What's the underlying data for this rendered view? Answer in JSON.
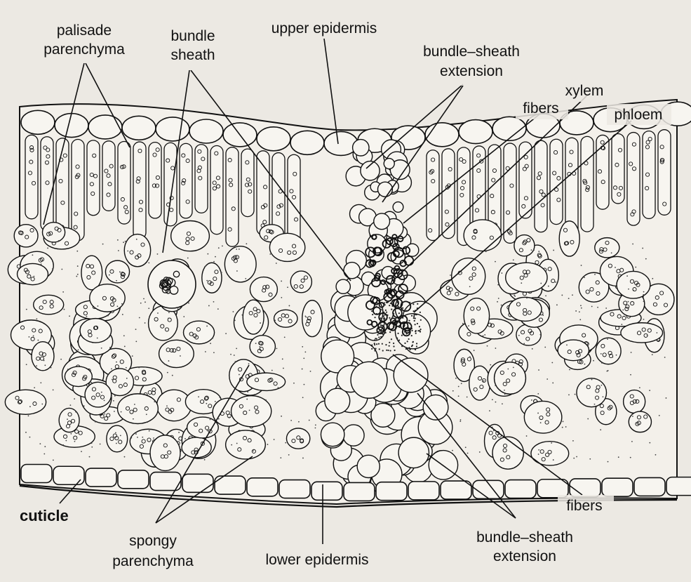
{
  "labels": {
    "palisade_line1": "palisade",
    "palisade_line2": "parenchyma",
    "bundle_sheath_line1": "bundle",
    "bundle_sheath_line2": "sheath",
    "upper_epidermis": "upper epidermis",
    "bse_top_line1": "bundle–sheath",
    "bse_top_line2": "extension",
    "xylem": "xylem",
    "fibers_top": "fibers",
    "phloem": "phloem",
    "cuticle": "cuticle",
    "spongy_line1": "spongy",
    "spongy_line2": "parenchyma",
    "lower_epidermis": "lower epidermis",
    "fibers_bottom": "fibers",
    "bse_bottom_line1": "bundle–sheath",
    "bse_bottom_line2": "extension"
  },
  "colors": {
    "paper": "#ece9e3",
    "ink": "#111111",
    "cell_fill": "#f7f5f0"
  }
}
